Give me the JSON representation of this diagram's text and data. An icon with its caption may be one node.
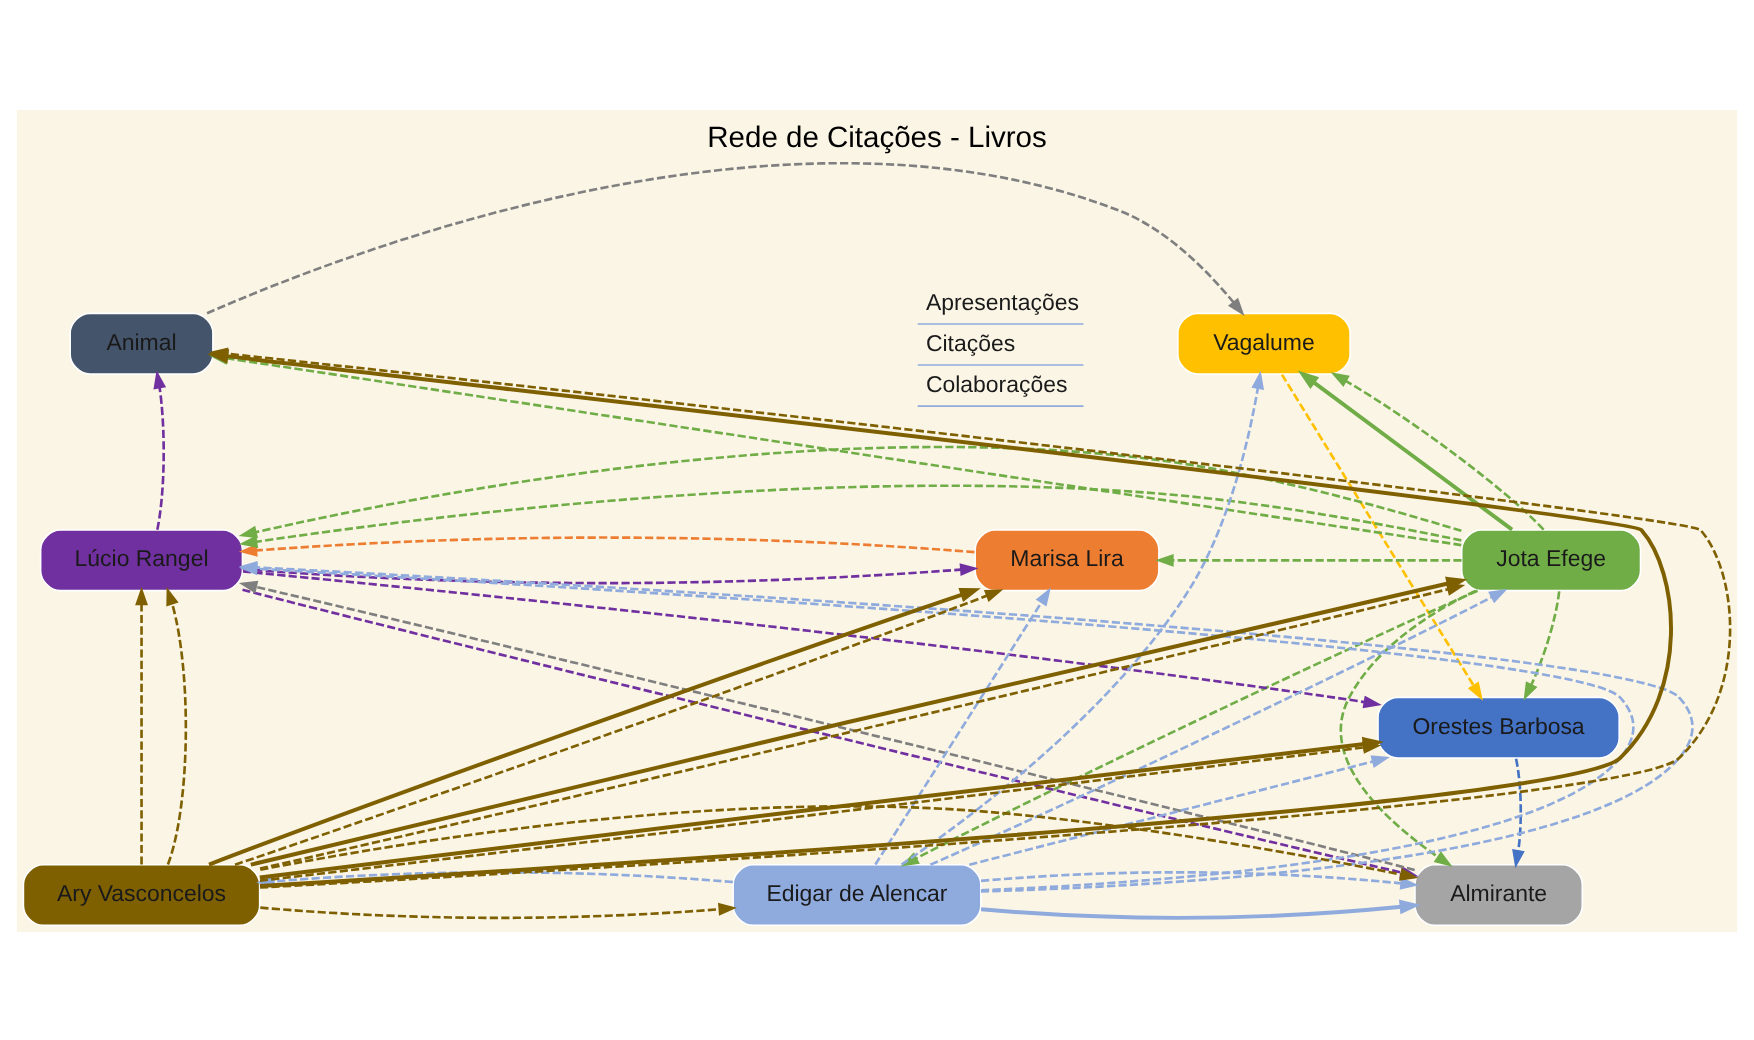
{
  "diagram": {
    "title": "Rede de Citações - Livros",
    "nodes": [
      {
        "text": [
          "Vagalume"
        ]
      },
      {
        "text": [
          "Animal"
        ]
      },
      {
        "text": [
          "Marisa Lira"
        ]
      },
      {
        "text": [
          "Jota Efege"
        ]
      },
      {
        "text": [
          "Lúcio Rangel"
        ]
      },
      {
        "text": [
          "Orestes Barbosa"
        ]
      },
      {
        "text": [
          "Almirante"
        ]
      },
      {
        "text": [
          "Edigar de Alencar"
        ]
      },
      {
        "text": [
          "Ary Vasconcelos"
        ]
      }
    ],
    "edges": [
      {
        "from": 8,
        "to": 2,
        "arrow": "to",
        "color": "#7f6000"
      },
      {
        "from": 8,
        "to": 5,
        "arrow": "to",
        "color": "#7f6000"
      },
      {
        "from": 8,
        "to": 3,
        "arrow": "to",
        "color": "#7f6000"
      },
      {
        "from": 8,
        "to": 1,
        "arrow": "to",
        "color": "#7f6000"
      },
      {
        "from": 8,
        "to": 2,
        "arrow": "to",
        "style": "dashed",
        "color": "#7f6000"
      },
      {
        "from": 8,
        "to": 5,
        "arrow": "to",
        "style": "dashed",
        "color": "#7f6000"
      },
      {
        "from": 8,
        "to": 3,
        "arrow": "to",
        "style": "dashed",
        "color": "#7f6000"
      },
      {
        "from": 8,
        "to": 1,
        "arrow": "to",
        "style": "dashed",
        "color": "#7f6000"
      },
      {
        "from": 8,
        "to": 4,
        "arrow": "to",
        "style": "dashed",
        "color": "#7f6000"
      },
      {
        "from": 8,
        "to": 7,
        "arrow": "to",
        "style": "dashed",
        "color": "#7f6000"
      },
      {
        "from": 8,
        "to": 6,
        "arrow": "to",
        "style": "dashed",
        "color": "#7f6000"
      },
      {
        "from": 8,
        "to": 4,
        "arrow": "to",
        "style": "dashed",
        "color": "#7f6000"
      },
      {
        "from": 7,
        "to": 6,
        "arrow": "to",
        "color": "#8faadc"
      },
      {
        "from": 7,
        "to": 4,
        "arrow": "to",
        "style": "dashed",
        "color": "#8faadc"
      },
      {
        "from": 7,
        "to": 6,
        "arrow": "to",
        "style": "dashed",
        "color": "#8faadc"
      },
      {
        "from": 7,
        "to": 5,
        "arrow": "to",
        "style": "dashed",
        "color": "#8faadc"
      },
      {
        "from": 7,
        "to": 2,
        "arrow": "to",
        "style": "dashed",
        "color": "#8faadc"
      },
      {
        "from": 7,
        "to": 0,
        "arrow": "to",
        "style": "dashed",
        "color": "#8faadc"
      },
      {
        "from": 7,
        "to": 3,
        "arrow": "to",
        "style": "dashed",
        "color": "#8faadc"
      },
      {
        "from": 7,
        "to": 8,
        "arrow": "to",
        "style": "dashed",
        "color": "#8faadc"
      },
      {
        "from": 7,
        "to": 4,
        "arrow": "to",
        "style": "dashed",
        "color": "#8faadc"
      },
      {
        "from": 3,
        "to": 0,
        "arrow": "to",
        "color": "#70ad47"
      },
      {
        "from": 3,
        "to": 0,
        "arrow": "to",
        "style": "dashed",
        "color": "#70ad47"
      },
      {
        "from": 3,
        "to": 1,
        "arrow": "to",
        "style": "dashed",
        "color": "#70ad47"
      },
      {
        "from": 3,
        "to": 2,
        "arrow": "to",
        "style": "dashed",
        "color": "#70ad47"
      },
      {
        "from": 3,
        "to": 5,
        "arrow": "to",
        "style": "dashed",
        "color": "#70ad47"
      },
      {
        "from": 3,
        "to": 6,
        "arrow": "to",
        "style": "dashed",
        "color": "#70ad47"
      },
      {
        "from": 3,
        "to": 4,
        "arrow": "to",
        "style": "dashed",
        "color": "#70ad47"
      },
      {
        "from": 3,
        "to": 4,
        "arrow": "to",
        "style": "dashed",
        "color": "#70ad47"
      },
      {
        "from": 3,
        "to": 7,
        "arrow": "to",
        "style": "dashed",
        "color": "#70ad47"
      },
      {
        "from": 4,
        "to": 2,
        "arrow": "to",
        "style": "dashed",
        "color": "#7030a0"
      },
      {
        "from": 4,
        "to": 1,
        "arrow": "to",
        "style": "dashed",
        "color": "#7030a0"
      },
      {
        "from": 4,
        "to": 5,
        "arrow": "to",
        "style": "dashed",
        "color": "#7030a0"
      },
      {
        "from": 4,
        "to": 6,
        "arrow": "to",
        "style": "dashed",
        "color": "#7030a0"
      },
      {
        "from": 0,
        "to": 5,
        "arrow": "to",
        "style": "dashed",
        "color": "#ffc000"
      },
      {
        "from": 2,
        "to": 4,
        "arrow": "to",
        "style": "dashed",
        "color": "#ed7d31"
      },
      {
        "from": 6,
        "to": 4,
        "arrow": "to",
        "style": "dashed",
        "color": "#7f7f7f"
      },
      {
        "from": 1,
        "to": 0,
        "arrow": "to",
        "style": "dashed",
        "color": "#7f7f7f"
      },
      {
        "from": 5,
        "to": 6,
        "arrow": "to",
        "style": "dashed",
        "color": "#4472c4"
      }
    ],
    "legend": [
      {
        "text": "Apresentações"
      },
      {
        "text": "Citações"
      },
      {
        "text": "Colaborações"
      }
    ]
  }
}
